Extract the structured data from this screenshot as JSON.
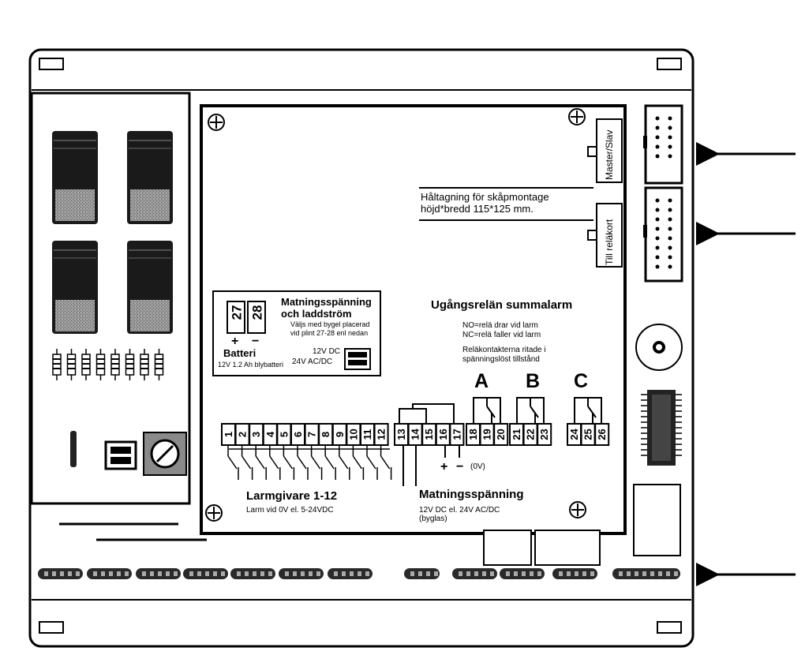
{
  "mounting_note": {
    "line1": "Håltagning för skåpmontage",
    "line2": "höjd*bredd 115*125 mm."
  },
  "connectors": {
    "master_slave": "Master/Slav",
    "relay_card": "Till reläkort"
  },
  "power_box": {
    "terminals": [
      "27",
      "28"
    ],
    "polarity": [
      "+",
      "−"
    ],
    "battery_label": "Batteri",
    "battery_spec": "12V 1.2 Ah blybatteri",
    "title_line1": "Matningsspänning",
    "title_line2": "och laddström",
    "note_line1": "Väljs med bygel placerad",
    "note_line2": "vid plint 27-28 enl nedan",
    "option_dc": "12V DC",
    "option_acdc": "24V AC/DC"
  },
  "relay_section": {
    "title": "Ugångsrelän summalarm",
    "no_text": "NO=relä drar vid larm",
    "nc_text": "NC=relä faller vid larm",
    "note_line1": "Reläkontakterna ritade i",
    "note_line2": "spänningslöst tillstånd",
    "relays": [
      "A",
      "B",
      "C"
    ]
  },
  "terminal_strip": {
    "inputs": [
      "1",
      "2",
      "3",
      "4",
      "5",
      "6",
      "7",
      "8",
      "9",
      "10",
      "11",
      "12"
    ],
    "power": [
      "13",
      "14",
      "15",
      "16",
      "17"
    ],
    "relay_a": [
      "18",
      "19",
      "20"
    ],
    "relay_b": [
      "21",
      "22",
      "23"
    ],
    "relay_c": [
      "24",
      "25",
      "26"
    ],
    "polarity": [
      "+",
      "−"
    ],
    "zero_v": "(0V)"
  },
  "inputs_section": {
    "title": "Larmgivare  1-12",
    "subtitle": "Larm vid 0V el. 5-24VDC"
  },
  "supply_section": {
    "title": "Matningsspänning",
    "line1": "12V DC el. 24V AC/DC",
    "line2": "(byglas)"
  }
}
